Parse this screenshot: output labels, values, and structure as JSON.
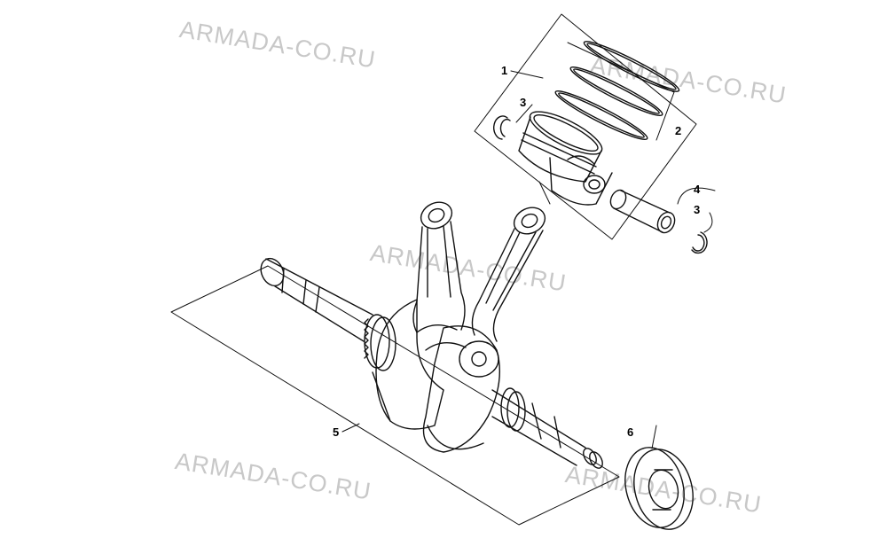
{
  "watermark": "ARMADA-CO.RU",
  "callouts": {
    "piston_assembly": "1",
    "piston_rings": "2",
    "circlip_left": "3",
    "piston_pin": "4",
    "circlip_right": "3",
    "crankshaft": "5",
    "thrust_washer": "6"
  },
  "colors": {
    "line": "#111111",
    "watermark": "#c8c8c8"
  }
}
